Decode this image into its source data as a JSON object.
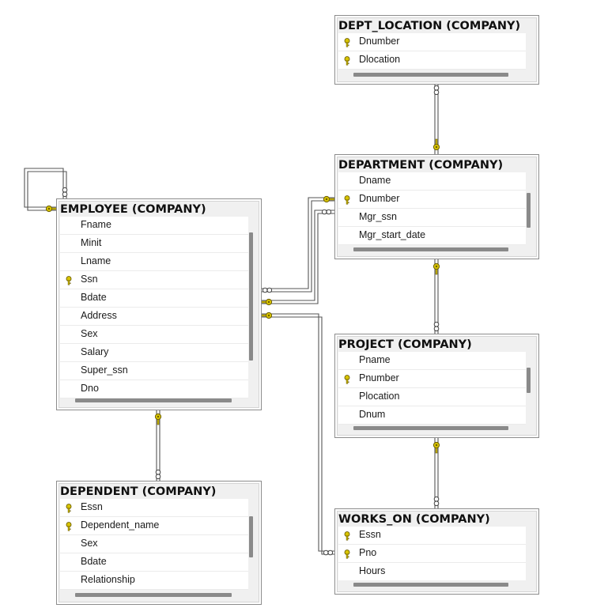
{
  "tables": {
    "dept_location": {
      "title": "DEPT_LOCATION (COMPANY)",
      "columns": [
        {
          "name": "Dnumber",
          "key": true
        },
        {
          "name": "Dlocation",
          "key": true
        }
      ]
    },
    "department": {
      "title": "DEPARTMENT (COMPANY)",
      "columns": [
        {
          "name": "Dname",
          "key": false
        },
        {
          "name": "Dnumber",
          "key": true
        },
        {
          "name": "Mgr_ssn",
          "key": false
        },
        {
          "name": "Mgr_start_date",
          "key": false
        }
      ]
    },
    "employee": {
      "title": "EMPLOYEE (COMPANY)",
      "columns": [
        {
          "name": "Fname",
          "key": false
        },
        {
          "name": "Minit",
          "key": false
        },
        {
          "name": "Lname",
          "key": false
        },
        {
          "name": "Ssn",
          "key": true
        },
        {
          "name": "Bdate",
          "key": false
        },
        {
          "name": "Address",
          "key": false
        },
        {
          "name": "Sex",
          "key": false
        },
        {
          "name": "Salary",
          "key": false
        },
        {
          "name": "Super_ssn",
          "key": false
        },
        {
          "name": "Dno",
          "key": false
        }
      ]
    },
    "project": {
      "title": "PROJECT (COMPANY)",
      "columns": [
        {
          "name": "Pname",
          "key": false
        },
        {
          "name": "Pnumber",
          "key": true
        },
        {
          "name": "Plocation",
          "key": false
        },
        {
          "name": "Dnum",
          "key": false
        }
      ]
    },
    "dependent": {
      "title": "DEPENDENT (COMPANY)",
      "columns": [
        {
          "name": "Essn",
          "key": true
        },
        {
          "name": "Dependent_name",
          "key": true
        },
        {
          "name": "Sex",
          "key": false
        },
        {
          "name": "Bdate",
          "key": false
        },
        {
          "name": "Relationship",
          "key": false
        }
      ]
    },
    "works_on": {
      "title": "WORKS_ON (COMPANY)",
      "columns": [
        {
          "name": "Essn",
          "key": true
        },
        {
          "name": "Pno",
          "key": true
        },
        {
          "name": "Hours",
          "key": false
        }
      ]
    }
  },
  "relationships": [
    {
      "name": "DEPT_LOCATION-DEPARTMENT",
      "from": "dept_location",
      "to": "department"
    },
    {
      "name": "EMPLOYEE-EMPLOYEE (Super_ssn)",
      "from": "employee",
      "to": "employee"
    },
    {
      "name": "EMPLOYEE-DEPARTMENT (Mgr_ssn)",
      "from": "employee",
      "to": "department"
    },
    {
      "name": "DEPARTMENT-EMPLOYEE (Dno)",
      "from": "department",
      "to": "employee"
    },
    {
      "name": "DEPARTMENT-PROJECT",
      "from": "department",
      "to": "project"
    },
    {
      "name": "PROJECT-WORKS_ON",
      "from": "project",
      "to": "works_on"
    },
    {
      "name": "EMPLOYEE-DEPENDENT",
      "from": "employee",
      "to": "dependent"
    },
    {
      "name": "EMPLOYEE-WORKS_ON",
      "from": "employee",
      "to": "works_on"
    }
  ],
  "colors": {
    "key": "#d8c400",
    "key_outline": "#6b5d00",
    "line": "#555555",
    "scrollbar": "#8a8a8a"
  }
}
